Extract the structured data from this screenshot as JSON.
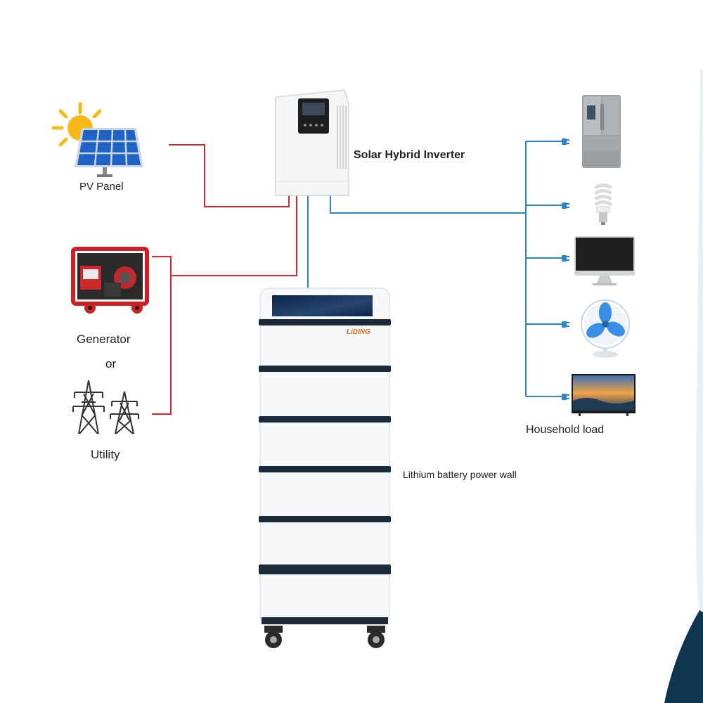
{
  "labels": {
    "pv_panel": "PV Panel",
    "generator": "Generator",
    "or": "or",
    "utility": "Utility",
    "inverter": "Solar Hybrid Inverter",
    "battery": "Lithium battery power wall",
    "household": "Household load",
    "brand": "LiDING"
  },
  "colors": {
    "ac_line": "#e0242b",
    "dc_line": "#2a86c8",
    "accent_dark": "#0d3550"
  },
  "icons": [
    "sun-icon",
    "solar-panel-icon",
    "generator-icon",
    "transmission-tower-icon",
    "inverter-icon",
    "battery-icon",
    "refrigerator-icon",
    "lightbulb-icon",
    "monitor-icon",
    "fan-icon",
    "tv-icon",
    "plug-icon"
  ]
}
